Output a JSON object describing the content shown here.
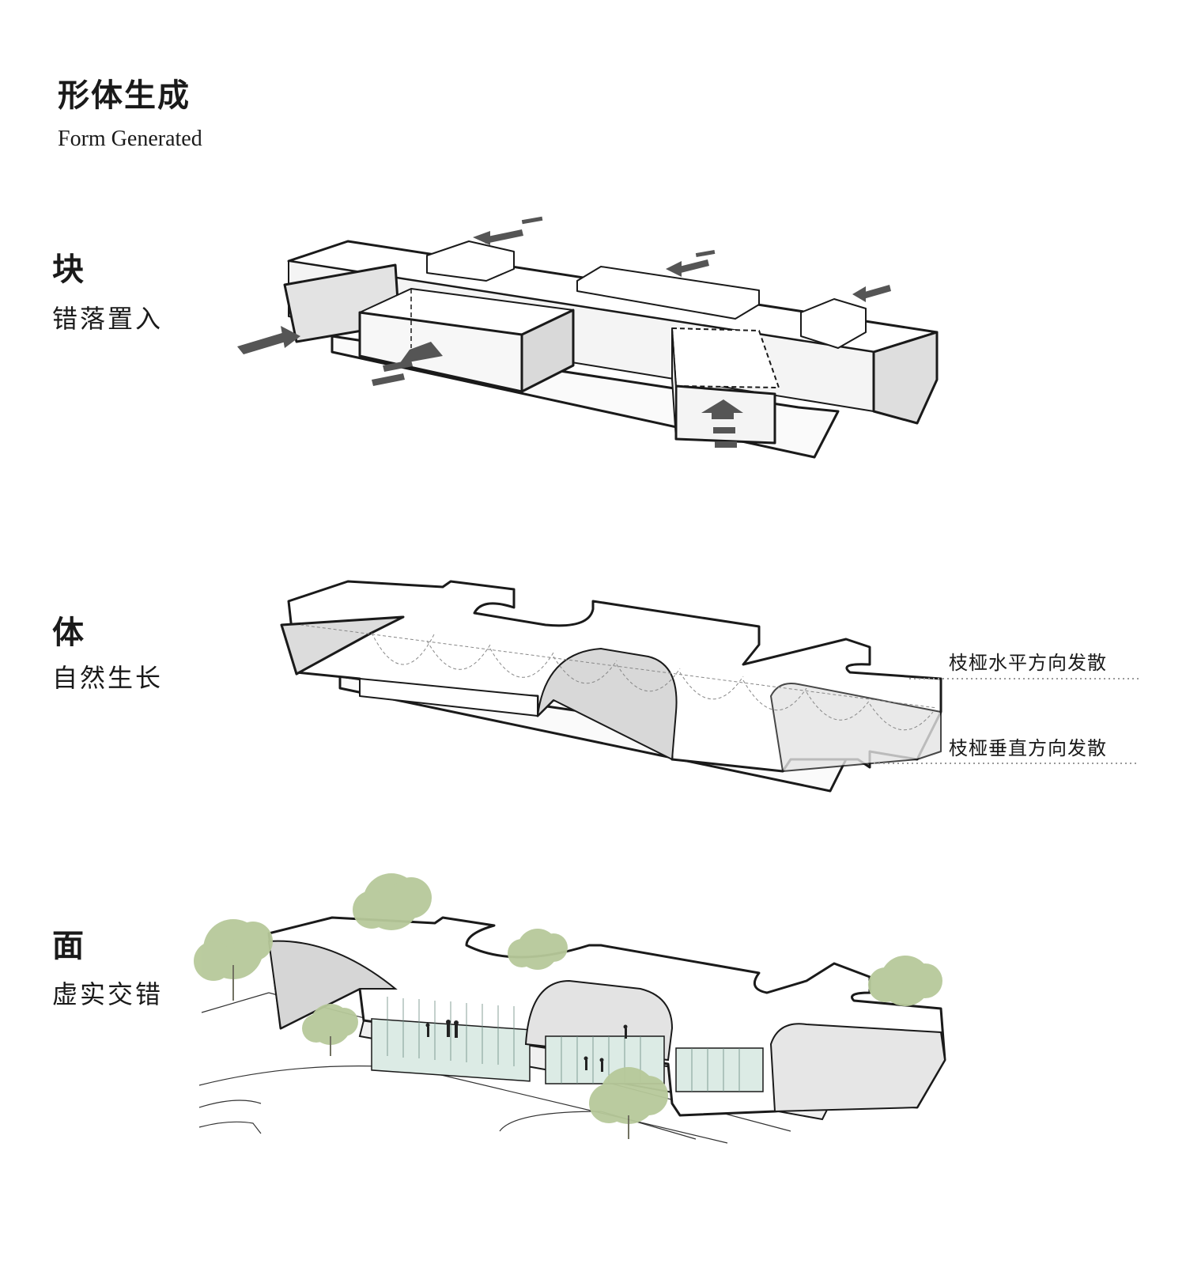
{
  "header": {
    "title_cn": "形体生成",
    "title_en": "Form Generated"
  },
  "stages": [
    {
      "char": "块",
      "subtitle": "错落置入"
    },
    {
      "char": "体",
      "subtitle": "自然生长"
    },
    {
      "char": "面",
      "subtitle": "虚实交错"
    }
  ],
  "annotations": {
    "horizontal": "枝桠水平方向发散",
    "vertical": "枝桠垂直方向发散"
  },
  "colors": {
    "line": "#1a1a1a",
    "shade_light": "#f2f2f2",
    "shade_mid": "#e0e0e0",
    "arrow": "#555555",
    "tree": "#b7c99a",
    "glass": "#dcebe5"
  }
}
